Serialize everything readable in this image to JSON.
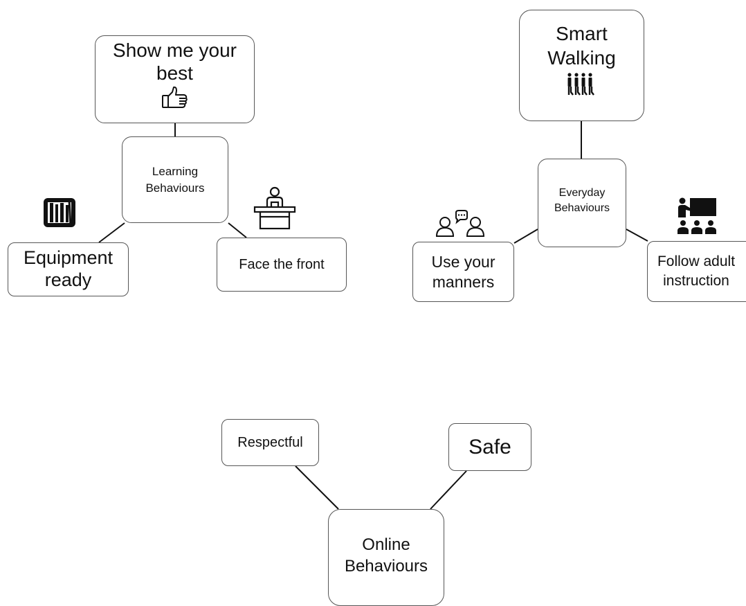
{
  "learning": {
    "center": "Learning\nBehaviours",
    "top": "Show me your\nbest",
    "left": "Equipment\nready",
    "right": "Face the front"
  },
  "everyday": {
    "center": "Everyday\nBehaviours",
    "top": "Smart\nWalking",
    "left": "Use your\nmanners",
    "right": "Follow adult\ninstruction"
  },
  "online": {
    "center": "Online\nBehaviours",
    "left": "Respectful",
    "right": "Safe"
  },
  "icons": {
    "thumbs_up": "thumbs-up-icon",
    "walking": "walking-line-icon",
    "books": "books-icon",
    "desk": "teacher-desk-icon",
    "talk": "conversation-icon",
    "teacher": "teacher-board-icon"
  }
}
